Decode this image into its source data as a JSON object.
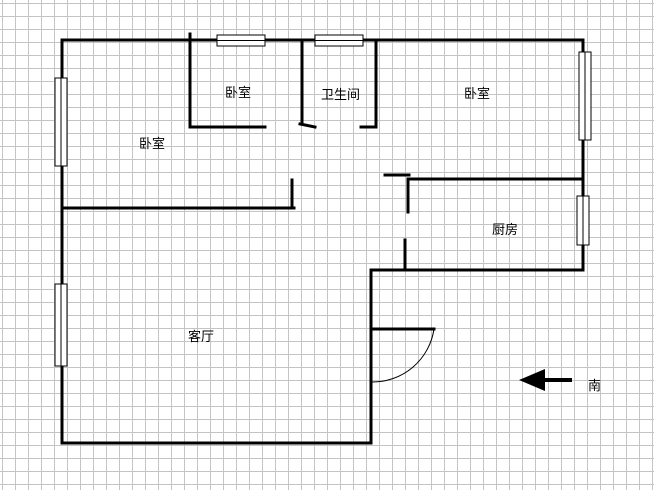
{
  "rooms": {
    "bedroom_left": "卧室",
    "bedroom_top": "卧室",
    "bathroom": "卫生间",
    "bedroom_right": "卧室",
    "kitchen": "厨房",
    "living_room": "客厅"
  },
  "compass": {
    "label": "南",
    "arrow_direction": "left"
  },
  "colors": {
    "wall": "#000000",
    "grid": "#c4c4c4",
    "background": "#ffffff"
  }
}
